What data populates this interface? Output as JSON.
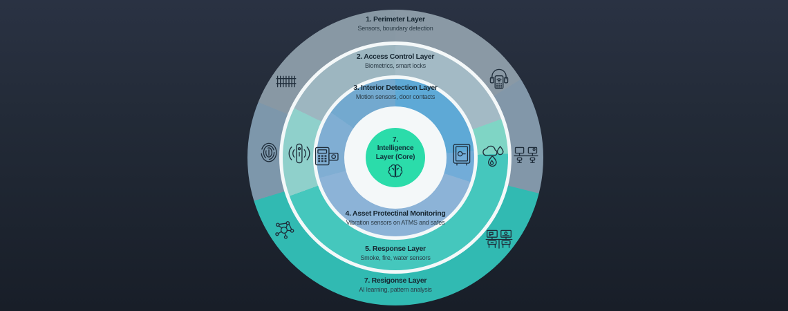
{
  "diagram": {
    "core": {
      "line1": "7.",
      "line2": "Intelligence",
      "line3": "Layer (Core)",
      "icon": "brain-icon",
      "color": "#2bdcaa"
    },
    "layers": [
      {
        "title": "1. Perimeter Layer",
        "subtitle": "Sensors, boundary detection"
      },
      {
        "title": "2. Access Control Layer",
        "subtitle": "Biometrics, smart locks"
      },
      {
        "title": "3. Interior Detection Layer",
        "subtitle": "Motion sensors, door contacts"
      },
      {
        "title": "4. Asset Protectinal Monitoring",
        "subtitle": "Vibration sensors on ATMS and safes"
      },
      {
        "title": "5. Response Layer",
        "subtitle": "Smoke, fire, water sensors"
      },
      {
        "title": "7. Resigonse Layer",
        "subtitle": "AI learning, pattern analysis"
      }
    ],
    "icons": [
      "fence-icon",
      "dispatcher-headset-icon",
      "fingerprint-icon",
      "motion-sensor-icon",
      "card-reader-icon",
      "safe-icon",
      "water-fire-drop-icon",
      "control-room-desk-icon",
      "network-nodes-icon",
      "surveillance-monitors-icon",
      "brain-icon"
    ],
    "colors": {
      "background_top": "#2a3243",
      "background_bottom": "#181e28",
      "ring_outer_gray": "#8a99a5",
      "ring_outer_teal": "#31bab2",
      "ring_mid_gray": "#a3bac5",
      "ring_mid_teal": "#45c7bd",
      "ring_inner_blue_top": "#5ea9d6",
      "ring_inner_blue_bottom": "#8cb3d7",
      "separator_white": "#f4f8f9",
      "core_teal": "#2bdcaa",
      "icon_dark": "#1f2d3a",
      "text_dark": "#172732"
    }
  }
}
